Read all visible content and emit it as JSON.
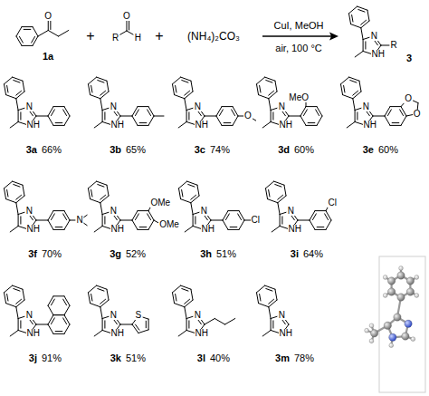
{
  "diagram": {
    "labels": [
      "O",
      "1a",
      "+",
      "R",
      "O",
      "H",
      "+",
      "(NH₄)₂CO₃",
      "CuI, MeOH",
      "air, 100 °C",
      "N",
      "NH",
      "R",
      "3",
      "N",
      "NH",
      "3a",
      "66%",
      "N",
      "NH",
      "3b",
      "65%",
      "N",
      "NH",
      "O",
      "3c",
      "74%",
      "N",
      "NH",
      "MeO",
      "3d",
      "60%",
      "N",
      "NH",
      "O",
      "O",
      "3e",
      "60%",
      "N",
      "NH",
      "N",
      "3f",
      "70%",
      "N",
      "NH",
      "OMe",
      "OMe",
      "3g",
      "52%",
      "N",
      "NH",
      "Cl",
      "3h",
      "51%",
      "N",
      "NH",
      "Cl",
      "3i",
      "64%",
      "N",
      "NH",
      "3j",
      "91%",
      "N",
      "NH",
      "S",
      "3k",
      "51%",
      "N",
      "NH",
      "3l",
      "40%",
      "N",
      "NH",
      "3m",
      "78%"
    ]
  }
}
